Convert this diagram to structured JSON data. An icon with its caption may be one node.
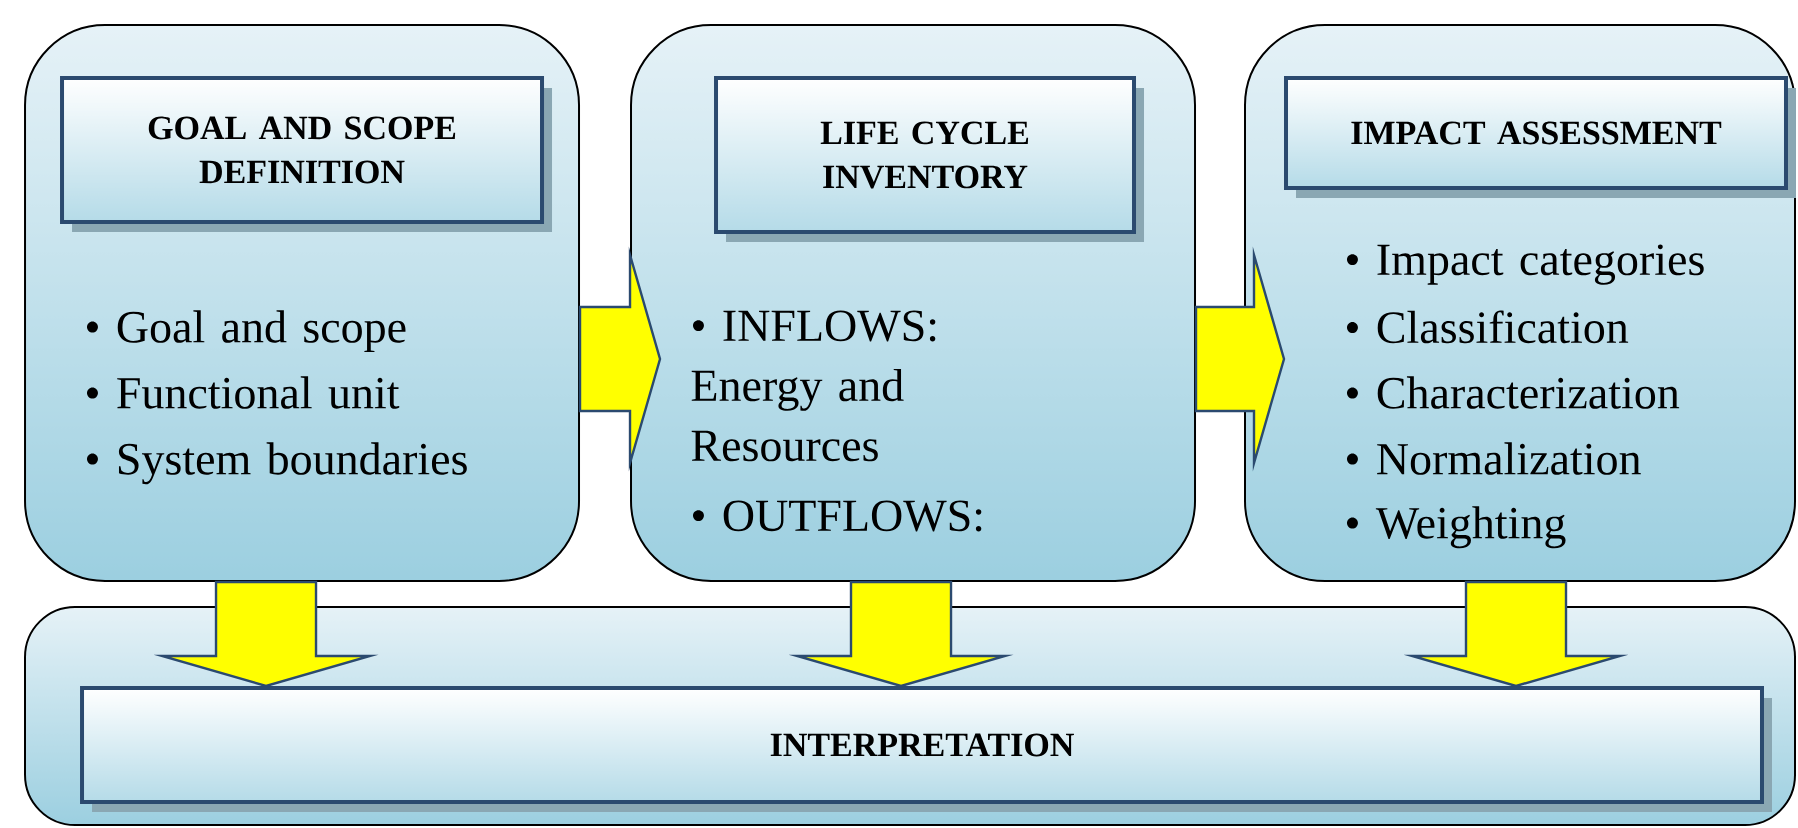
{
  "diagram": {
    "nodes": [
      {
        "text": [
          "• Goal and scope",
          "• Functional unit",
          "• System boundaries"
        ]
      },
      {
        "text": [
          "GOAL AND SCOPE DEFINITION"
        ],
        "in": 0
      },
      {
        "text": [
          "• INFLOWS: Energy and Resources",
          "• OUTFLOWS:"
        ]
      },
      {
        "text": [
          "LIFE CYCLE INVENTORY"
        ],
        "in": 2
      },
      {
        "text": [
          "• Impact categories",
          "• Classification",
          "• Characterization",
          "• Normalization",
          "• Weighting"
        ]
      },
      {
        "text": [
          "IMPACT ASSESSMENT"
        ],
        "in": 4
      },
      {
        "text": [],
        "shape": "box"
      },
      {
        "text": [
          "INTERPRETATION"
        ],
        "in": 6
      }
    ],
    "edges": [
      {
        "from": 0,
        "to": 2,
        "arrow": "to"
      },
      {
        "from": 2,
        "to": 4,
        "arrow": "to"
      },
      {
        "from": 0,
        "to": 7,
        "arrow": "to"
      },
      {
        "from": 2,
        "to": 7,
        "arrow": "to"
      },
      {
        "from": 4,
        "to": 7,
        "arrow": "to"
      }
    ]
  }
}
